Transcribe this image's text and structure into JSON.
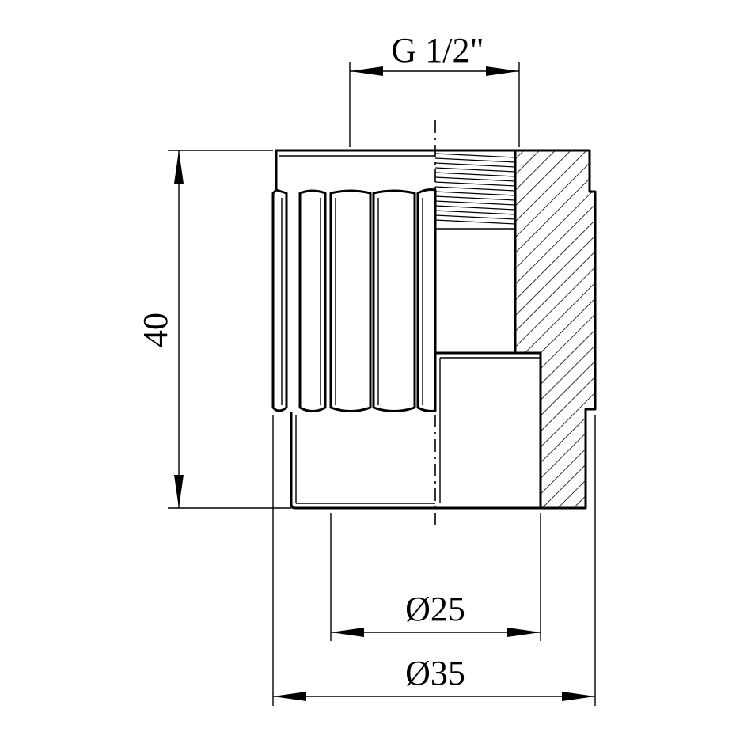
{
  "dimensions": {
    "thread": "G 1/2\"",
    "height": "40",
    "inner_diameter": "Ø25",
    "outer_diameter": "Ø35"
  },
  "colors": {
    "line": "#000000",
    "background": "#ffffff"
  }
}
